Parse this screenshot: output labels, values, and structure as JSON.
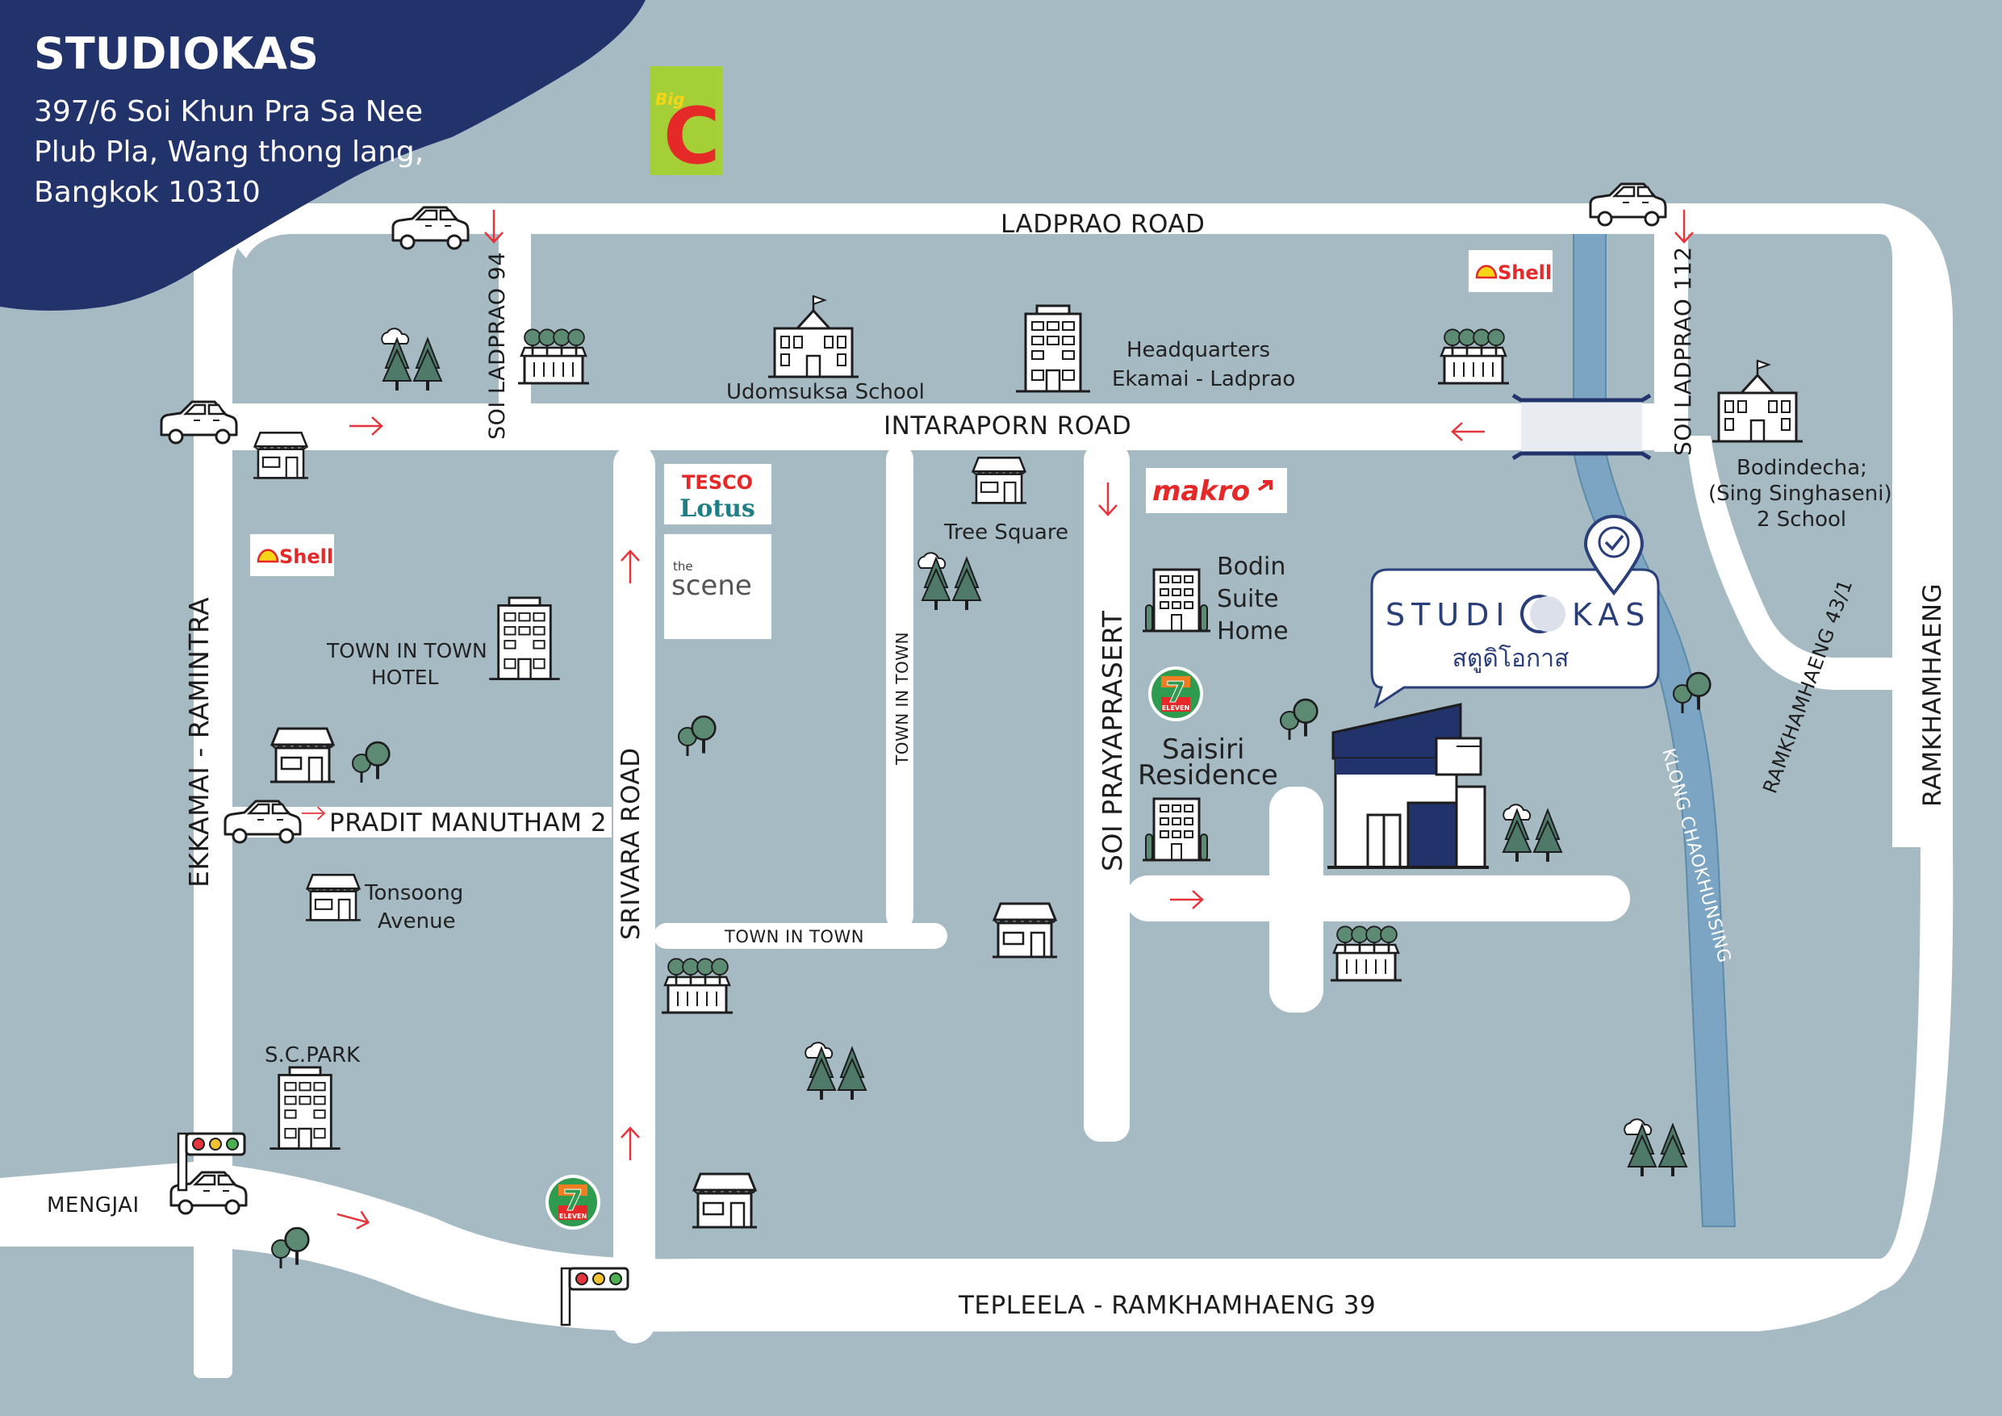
{
  "header": {
    "title": "STUDIOKAS",
    "address_line1": "397/6 Soi Khun Pra Sa Nee",
    "address_line2": "Plub Pla, Wang thong lang,",
    "address_line3": " Bangkok 10310"
  },
  "roads": {
    "ladprao": "LADPRAO ROAD",
    "intaraporn": "INTARAPORN ROAD",
    "soi_ladprao_94": "SOI LADPRAO 94",
    "soi_ladprao_112": "SOI LADPRAO 112",
    "ekkamai": "EKKAMAI - RAMINTRA",
    "pradit": "PRADIT MANUTHAM 2",
    "srivara": "SRIVARA ROAD",
    "town_in_town_v": "TOWN IN TOWN",
    "town_in_town_h": "TOWN IN TOWN",
    "soi_prayaprasert": "SOI PRAYAPRASERT",
    "ramkhamhaeng_43_1": "RAMKHAMHAENG 43/1",
    "ramkhamhaeng": "RAMKHAMHAENG",
    "klong": "KLONG   CHAOKHUNSING",
    "mengjai": "MENGJAI",
    "tepleela": "TEPLEELA - RAMKHAMHAENG 39"
  },
  "places": {
    "udomsuksa": "Udomsuksa School",
    "hq_line1": "Headquarters",
    "hq_line2": "Ekamai - Ladprao",
    "bodindecha_line1": "Bodindecha;",
    "bodindecha_line2": "(Sing Singhaseni)",
    "bodindecha_line3": "2 School",
    "tree_square": "Tree Square",
    "bodin_line1": "Bodin",
    "bodin_line2": "Suite",
    "bodin_line3": "Home",
    "saisiri_line1": "Saisiri",
    "saisiri_line2": "Residence",
    "town_hotel_line1": "TOWN IN TOWN",
    "town_hotel_line2": "HOTEL",
    "tonsoong_line1": "Tonsoong",
    "tonsoong_line2": "Avenue",
    "sc_park": "S.C.PARK"
  },
  "brands": {
    "big_c_small": "Big",
    "big_c_letter": "C",
    "shell": "Shell",
    "makro": "makro",
    "tesco": "TESCO",
    "lotus": "Lotus",
    "scene_small": "the",
    "scene": "scene",
    "seven_num": "7",
    "seven_text": "ELEVEN"
  },
  "studio_sign": {
    "left": "STUDI",
    "right": "KAS",
    "thai": "สตูดิโอกาส"
  },
  "colors": {
    "background": "#a6bac4",
    "road": "#ffffff",
    "header": "#22336b",
    "canal": "#7ba5c2",
    "arrow": "#e6343c",
    "brand_navy": "#2a3f7a"
  }
}
